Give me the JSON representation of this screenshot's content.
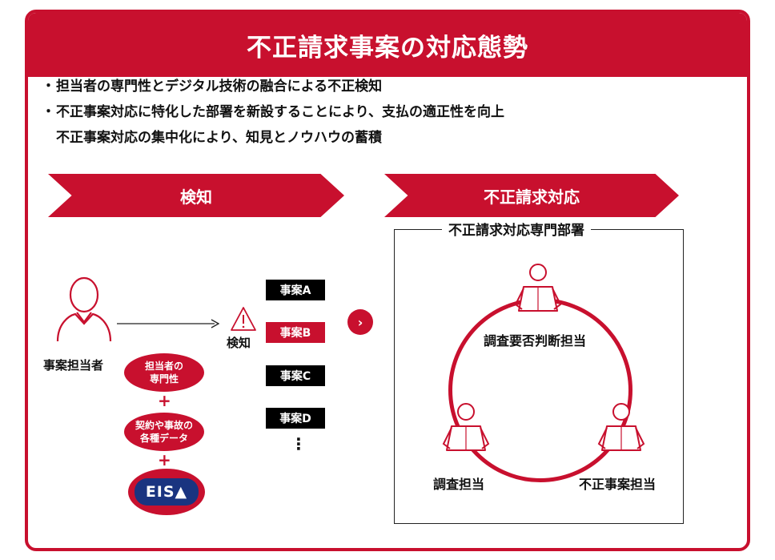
{
  "title": "不正請求事案の対応態勢",
  "bullets": [
    {
      "marker": "・",
      "text": "担当者の専門性とデジタル技術の融合による不正検知"
    },
    {
      "marker": "・",
      "text": "不正事案対応に特化した部署を新設することにより、支払の適正性を向上"
    },
    {
      "marker": "",
      "text": "不正事案対応の集中化により、知見とノウハウの蓄積"
    }
  ],
  "sections": {
    "detection": "検知",
    "response": "不正請求対応"
  },
  "left": {
    "person_label": "事案担当者",
    "detect_label": "検知",
    "factors": [
      {
        "line1": "担当者の",
        "line2": "専門性"
      },
      {
        "line1": "契約や事故の",
        "line2": "各種データ"
      }
    ],
    "plus": "+",
    "logo_text": "EIS",
    "cases": [
      "事案A",
      "事案B",
      "事案C",
      "事案D"
    ],
    "ellipsis": "⋮"
  },
  "right": {
    "dept_title": "不正請求対応専門部署",
    "roles": [
      "調査要否判断担当",
      "調査担当",
      "不正事案担当"
    ]
  },
  "icons": {
    "person": "person-outline-icon",
    "warning": "warning-triangle-icon",
    "next": "chevron-right-icon",
    "worker": "worker-icon"
  },
  "colors": {
    "accent": "#c8102e",
    "logo_navy": "#1a3480",
    "case_black": "#000000"
  }
}
